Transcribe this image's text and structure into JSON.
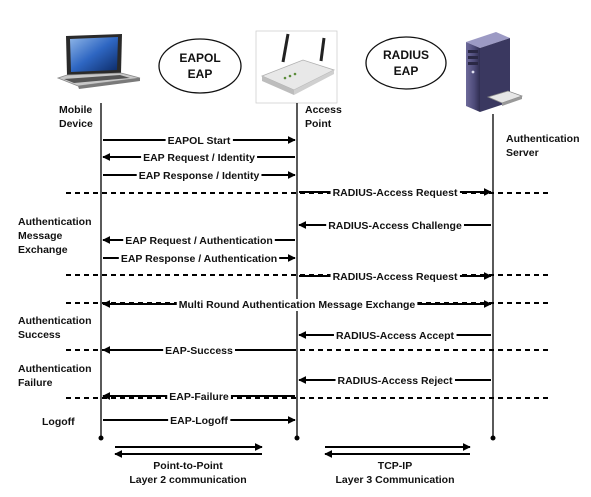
{
  "entities": {
    "mobile": [
      "Mobile",
      "Device"
    ],
    "ap": [
      "Access",
      "Point"
    ],
    "server": [
      "Authentication",
      "Server"
    ]
  },
  "protocol_bubbles": {
    "left": [
      "EAPOL",
      "EAP"
    ],
    "right": [
      "RADIUS",
      "EAP"
    ]
  },
  "phases": {
    "authentication_exchange": [
      "Authentication",
      "Message",
      "Exchange"
    ],
    "success": [
      "Authentication",
      "Success"
    ],
    "failure": [
      "Authentication",
      "Failure"
    ],
    "logoff": [
      "Logoff"
    ]
  },
  "messages": [
    {
      "label": "EAPOL Start",
      "from": "mobile",
      "to": "ap"
    },
    {
      "label": "EAP Request / Identity",
      "from": "ap",
      "to": "mobile"
    },
    {
      "label": "EAP Response / Identity",
      "from": "mobile",
      "to": "ap"
    },
    {
      "label": "RADIUS-Access Request",
      "from": "ap",
      "to": "server"
    },
    {
      "label": "RADIUS-Access Challenge",
      "from": "server",
      "to": "ap"
    },
    {
      "label": "EAP Request / Authentication",
      "from": "ap",
      "to": "mobile"
    },
    {
      "label": "EAP Response / Authentication",
      "from": "mobile",
      "to": "ap"
    },
    {
      "label": "RADIUS-Access Request",
      "from": "ap",
      "to": "server"
    },
    {
      "label": "Multi Round Authentication Message Exchange",
      "from": "mobile",
      "to": "server",
      "bidirectional": true
    },
    {
      "label": "RADIUS-Access Accept",
      "from": "server",
      "to": "ap"
    },
    {
      "label": "EAP-Success",
      "from": "ap",
      "to": "mobile"
    },
    {
      "label": "RADIUS-Access Reject",
      "from": "server",
      "to": "ap"
    },
    {
      "label": "EAP-Failure",
      "from": "ap",
      "to": "mobile"
    },
    {
      "label": "EAP-Logoff",
      "from": "mobile",
      "to": "ap"
    }
  ],
  "legend": {
    "layer2": [
      "Point-to-Point",
      "Layer 2 communication"
    ],
    "layer3": [
      "TCP-IP",
      "Layer 3 Communication"
    ]
  }
}
